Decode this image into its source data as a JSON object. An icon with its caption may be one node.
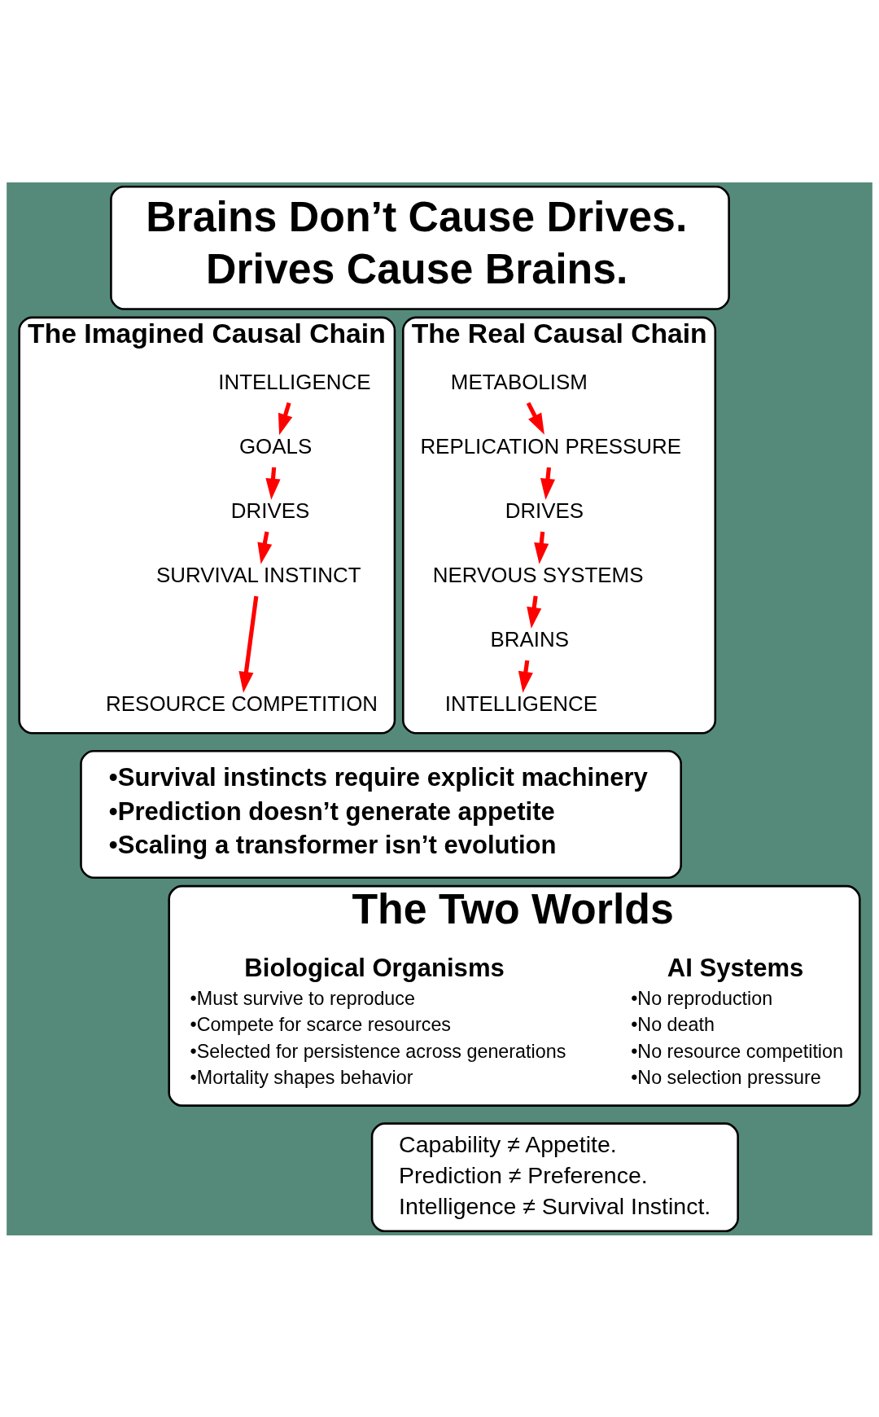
{
  "diagram": {
    "nodes": [
      {
        "text": [
          "Brains Don’t Cause Drives.",
          "Drives Cause Brains."
        ]
      },
      {
        "text": [
          "The Imagined Causal Chain"
        ]
      },
      {
        "text": [
          "INTELLIGENCE"
        ],
        "in": 1
      },
      {
        "text": [
          "GOALS"
        ],
        "in": 1
      },
      {
        "text": [
          "DRIVES"
        ],
        "in": 1
      },
      {
        "text": [
          "SURVIVAL INSTINCT"
        ],
        "in": 1
      },
      {
        "text": [
          "RESOURCE COMPETITION"
        ],
        "in": 1
      },
      {
        "text": [
          "The Real Causal Chain"
        ]
      },
      {
        "text": [
          "METABOLISM"
        ],
        "in": 7
      },
      {
        "text": [
          "REPLICATION PRESSURE"
        ],
        "in": 7
      },
      {
        "text": [
          "DRIVES"
        ],
        "in": 7
      },
      {
        "text": [
          "NERVOUS SYSTEMS"
        ],
        "in": 7
      },
      {
        "text": [
          "BRAINS"
        ],
        "in": 7
      },
      {
        "text": [
          "INTELLIGENCE"
        ],
        "in": 7
      },
      {
        "text": [
          "•Survival instincts require explicit machinery",
          "•Prediction doesn’t generate appetite",
          "•Scaling a transformer isn’t evolution"
        ]
      },
      {
        "text": [
          "The Two Worlds"
        ]
      },
      {
        "text": [
          "Biological Organisms",
          "•Must survive to reproduce",
          "•Compete for scarce resources",
          "•Selected for persistence across generations",
          "•Mortality shapes behavior"
        ],
        "in": 15
      },
      {
        "text": [
          "AI Systems",
          "•No reproduction",
          "•No death",
          "•No resource competition",
          "•No selection pressure"
        ],
        "in": 15
      },
      {
        "text": [
          "Capability ≠ Appetite.",
          "Prediction ≠ Preference.",
          "Intelligence ≠ Survival Instinct."
        ]
      }
    ],
    "edges": [
      {
        "from": 2,
        "to": 3,
        "arrow": "to",
        "color": "#ff0000"
      },
      {
        "from": 3,
        "to": 4,
        "arrow": "to",
        "color": "#ff0000"
      },
      {
        "from": 4,
        "to": 5,
        "arrow": "to",
        "color": "#ff0000"
      },
      {
        "from": 5,
        "to": 6,
        "arrow": "to",
        "color": "#ff0000"
      },
      {
        "from": 8,
        "to": 9,
        "arrow": "to",
        "color": "#ff0000"
      },
      {
        "from": 9,
        "to": 10,
        "arrow": "to",
        "color": "#ff0000"
      },
      {
        "from": 10,
        "to": 11,
        "arrow": "to",
        "color": "#ff0000"
      },
      {
        "from": 11,
        "to": 12,
        "arrow": "to",
        "color": "#ff0000"
      },
      {
        "from": 12,
        "to": 13,
        "arrow": "to",
        "color": "#ff0000"
      }
    ]
  }
}
